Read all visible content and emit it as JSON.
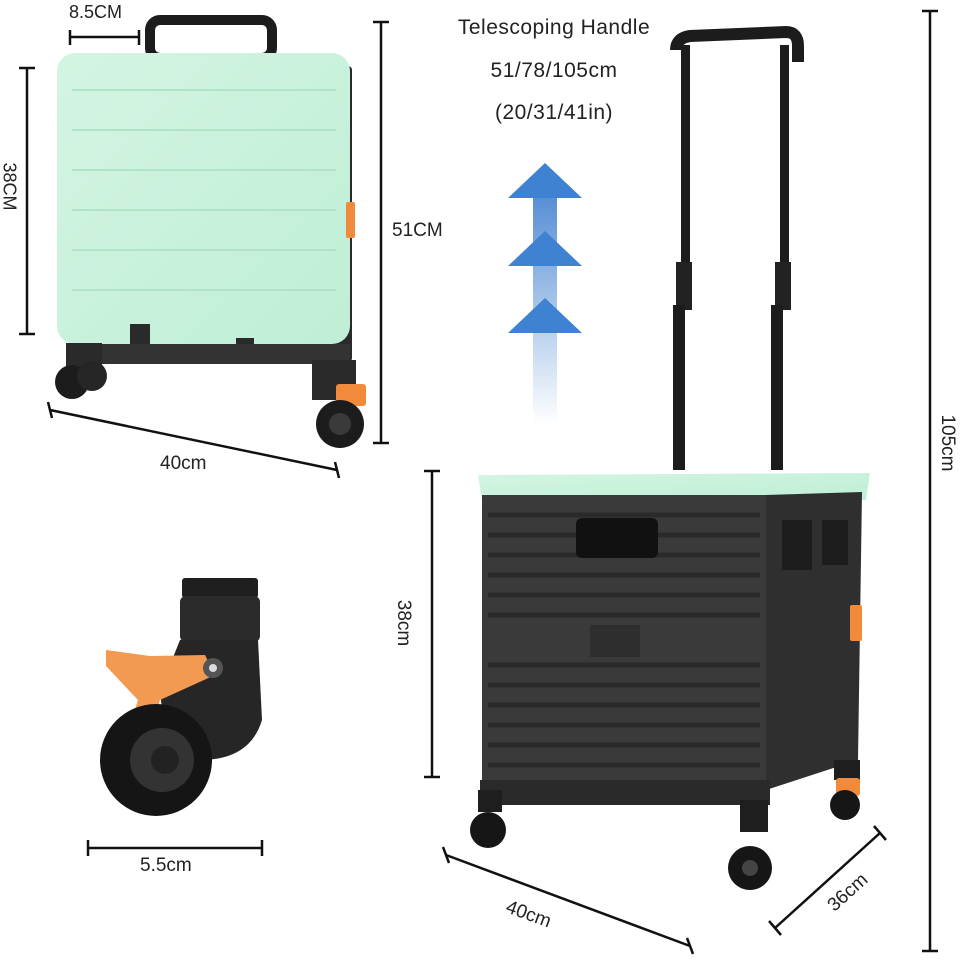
{
  "handle": {
    "title": "Telescoping Handle",
    "heights_cm": "51/78/105cm",
    "heights_in": "(20/31/41in)"
  },
  "folded": {
    "thickness": "8.5CM",
    "height": "38CM",
    "length": "51CM",
    "width": "40cm"
  },
  "wheel": {
    "diameter": "5.5cm"
  },
  "cart": {
    "box_height": "38cm",
    "total_height": "105cm",
    "width": "40cm",
    "depth": "36cm"
  },
  "colors": {
    "lid": "#c6f0db",
    "body": "#3a3a3a",
    "accent": "#f28a3c",
    "arrow": "#4f8fd4"
  }
}
